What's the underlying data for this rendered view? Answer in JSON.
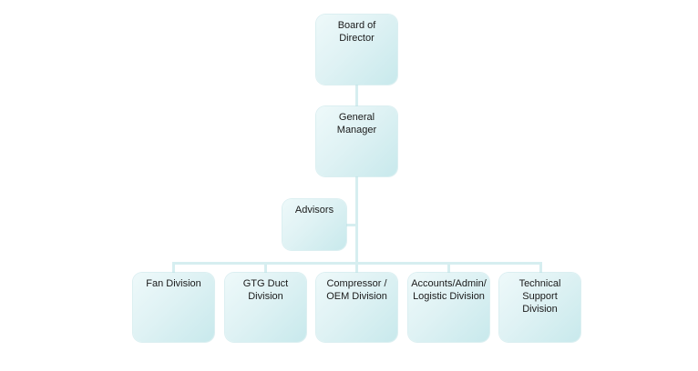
{
  "org_chart": {
    "board": "Board of Director",
    "general_manager": "General Manager",
    "advisors": "Advisors",
    "divisions": [
      "Fan Division",
      "GTG Duct\nDivision",
      "Compressor /\nOEM Division",
      "Accounts/Admin/\nLogistic Division",
      "Technical\nSupport\nDivision"
    ]
  },
  "colors": {
    "box_light": "#eef9fa",
    "box_dark": "#c8e9ec",
    "connector": "#d6eef0",
    "text": "#1a1a1a"
  }
}
